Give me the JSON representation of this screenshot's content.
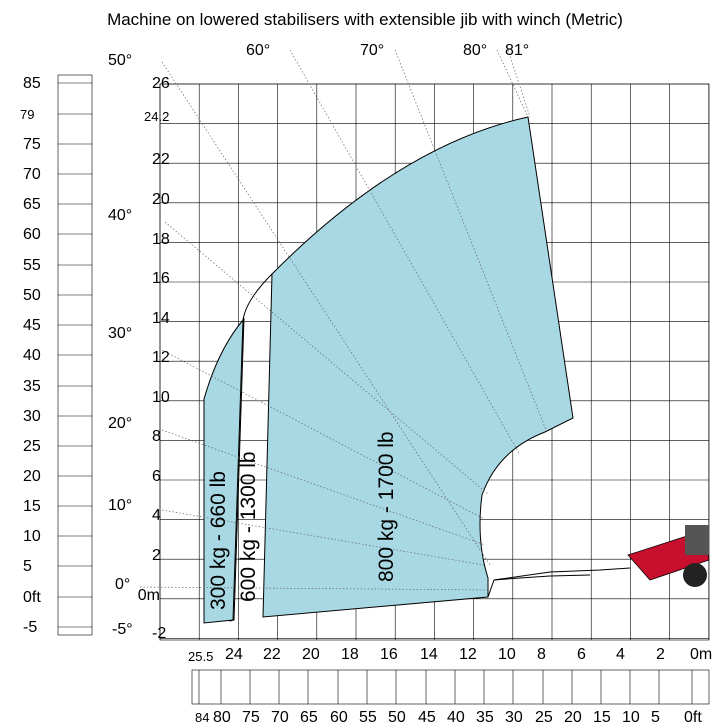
{
  "title": "Machine on lowered stabilisers with extensible jib with winch (Metric)",
  "colors": {
    "zone": "#a8d8e3",
    "grid": "#000000",
    "machine": "#c8102e"
  },
  "left_ft_scale": [
    "85",
    "79",
    "75",
    "70",
    "65",
    "60",
    "55",
    "50",
    "45",
    "40",
    "35",
    "30",
    "25",
    "20",
    "15",
    "10",
    "5",
    "0ft",
    "-5"
  ],
  "angles": [
    "50°",
    "40°",
    "30°",
    "20°",
    "10°",
    "0°",
    "-5°"
  ],
  "top_angles": [
    "60°",
    "70°",
    "80°",
    "81°"
  ],
  "height_m": [
    "26",
    "24.2",
    "22",
    "20",
    "18",
    "16",
    "14",
    "12",
    "10",
    "8",
    "6",
    "4",
    "2",
    "0m",
    "-2"
  ],
  "reach_m": [
    "25.5",
    "24",
    "22",
    "20",
    "18",
    "16",
    "14",
    "12",
    "10",
    "8",
    "6",
    "4",
    "2",
    "0m"
  ],
  "reach_ft": [
    "84",
    "80",
    "75",
    "70",
    "65",
    "60",
    "55",
    "50",
    "45",
    "40",
    "35",
    "30",
    "25",
    "20",
    "15",
    "10",
    "5",
    "0ft"
  ],
  "zones": [
    "300 kg - 660 lb",
    "600 kg - 1300 lb",
    "800 kg - 1700 lb"
  ]
}
